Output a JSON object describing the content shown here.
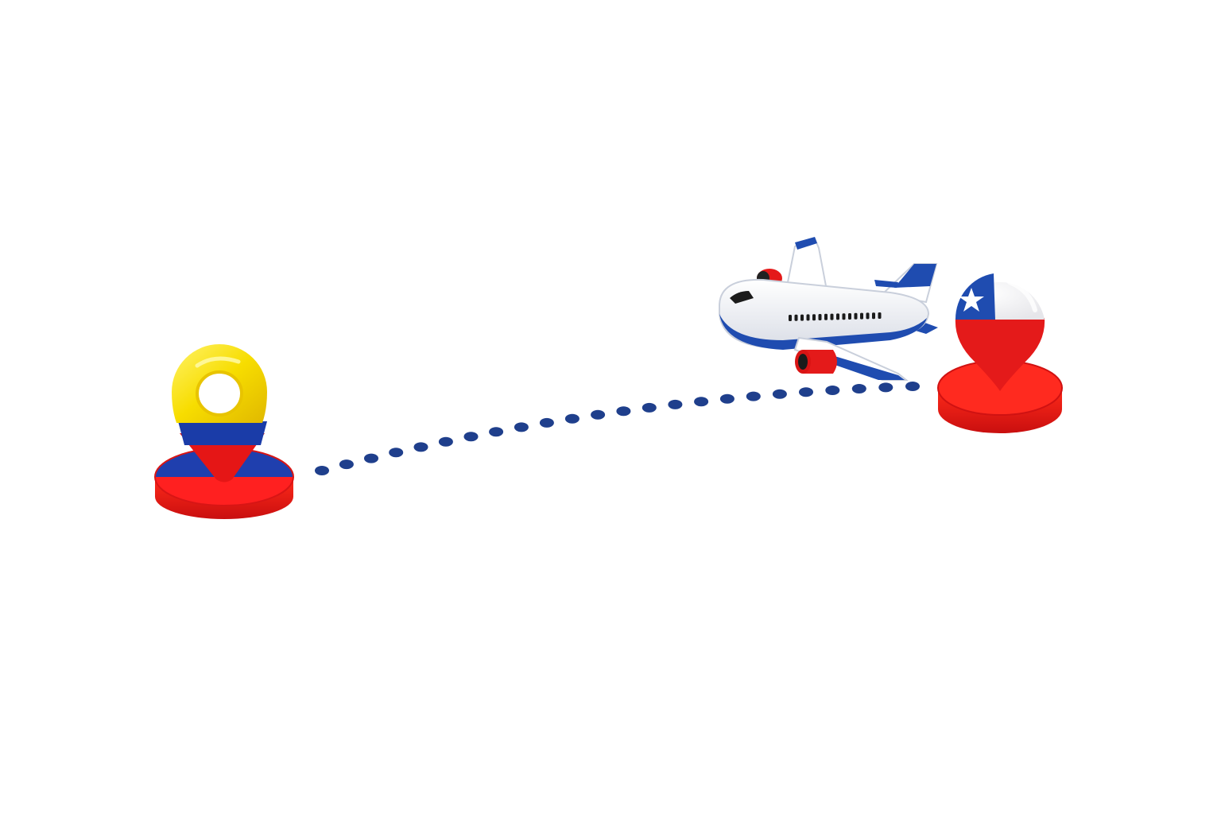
{
  "scene": {
    "background": "#ffffff",
    "origin": {
      "country": "Colombia",
      "flag_colors": [
        "#fce300",
        "#1a3ca8",
        "#e41a1a"
      ],
      "marker_style": "ring-pin",
      "base_color": "#e41a1a"
    },
    "destination": {
      "country": "Chile",
      "flag_colors": [
        "#ffffff",
        "#1f4cb0",
        "#e41a1a"
      ],
      "marker_style": "balloon-pin-with-star",
      "base_color": "#e41a1a"
    },
    "route": {
      "style": "dotted",
      "dot_color": "#1f3f8c"
    },
    "airplane": {
      "body_color": "#f4f5f8",
      "stripe_color": "#1f4cb0",
      "engine_color": "#e41a1a"
    }
  }
}
